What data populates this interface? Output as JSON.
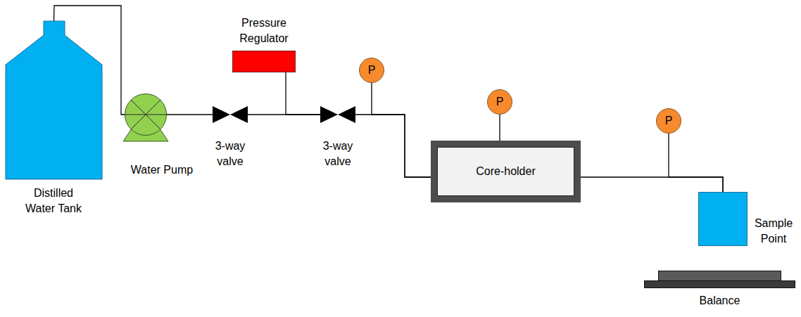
{
  "diagram": {
    "nodes": [
      {
        "text": [
          "Distilled Water Tank"
        ]
      },
      {
        "text": [
          "Water Pump"
        ]
      },
      {
        "text": [
          "3-way valve"
        ]
      },
      {
        "text": [
          "Pressure Regulator"
        ]
      },
      {
        "text": [
          "3-way valve"
        ]
      },
      {
        "text": [
          "P"
        ]
      },
      {
        "text": [
          "P"
        ]
      },
      {
        "text": [
          "Core-holder"
        ]
      },
      {
        "text": [
          "P"
        ]
      },
      {
        "text": [
          "Sample Point"
        ]
      },
      {
        "text": [
          "Balance"
        ]
      }
    ],
    "edges": [
      {
        "from": 0,
        "to": 1,
        "arrow": "none"
      },
      {
        "from": 1,
        "to": 2,
        "arrow": "none"
      },
      {
        "from": 2,
        "to": 4,
        "arrow": "none"
      },
      {
        "from": 3,
        "to": 4,
        "arrow": "none"
      },
      {
        "from": 4,
        "to": 7,
        "arrow": "none"
      },
      {
        "from": 5,
        "to": 7,
        "arrow": "none"
      },
      {
        "from": 6,
        "to": 7,
        "arrow": "none"
      },
      {
        "from": 7,
        "to": 9,
        "arrow": "none"
      },
      {
        "from": 8,
        "to": 9,
        "arrow": "none"
      }
    ]
  }
}
